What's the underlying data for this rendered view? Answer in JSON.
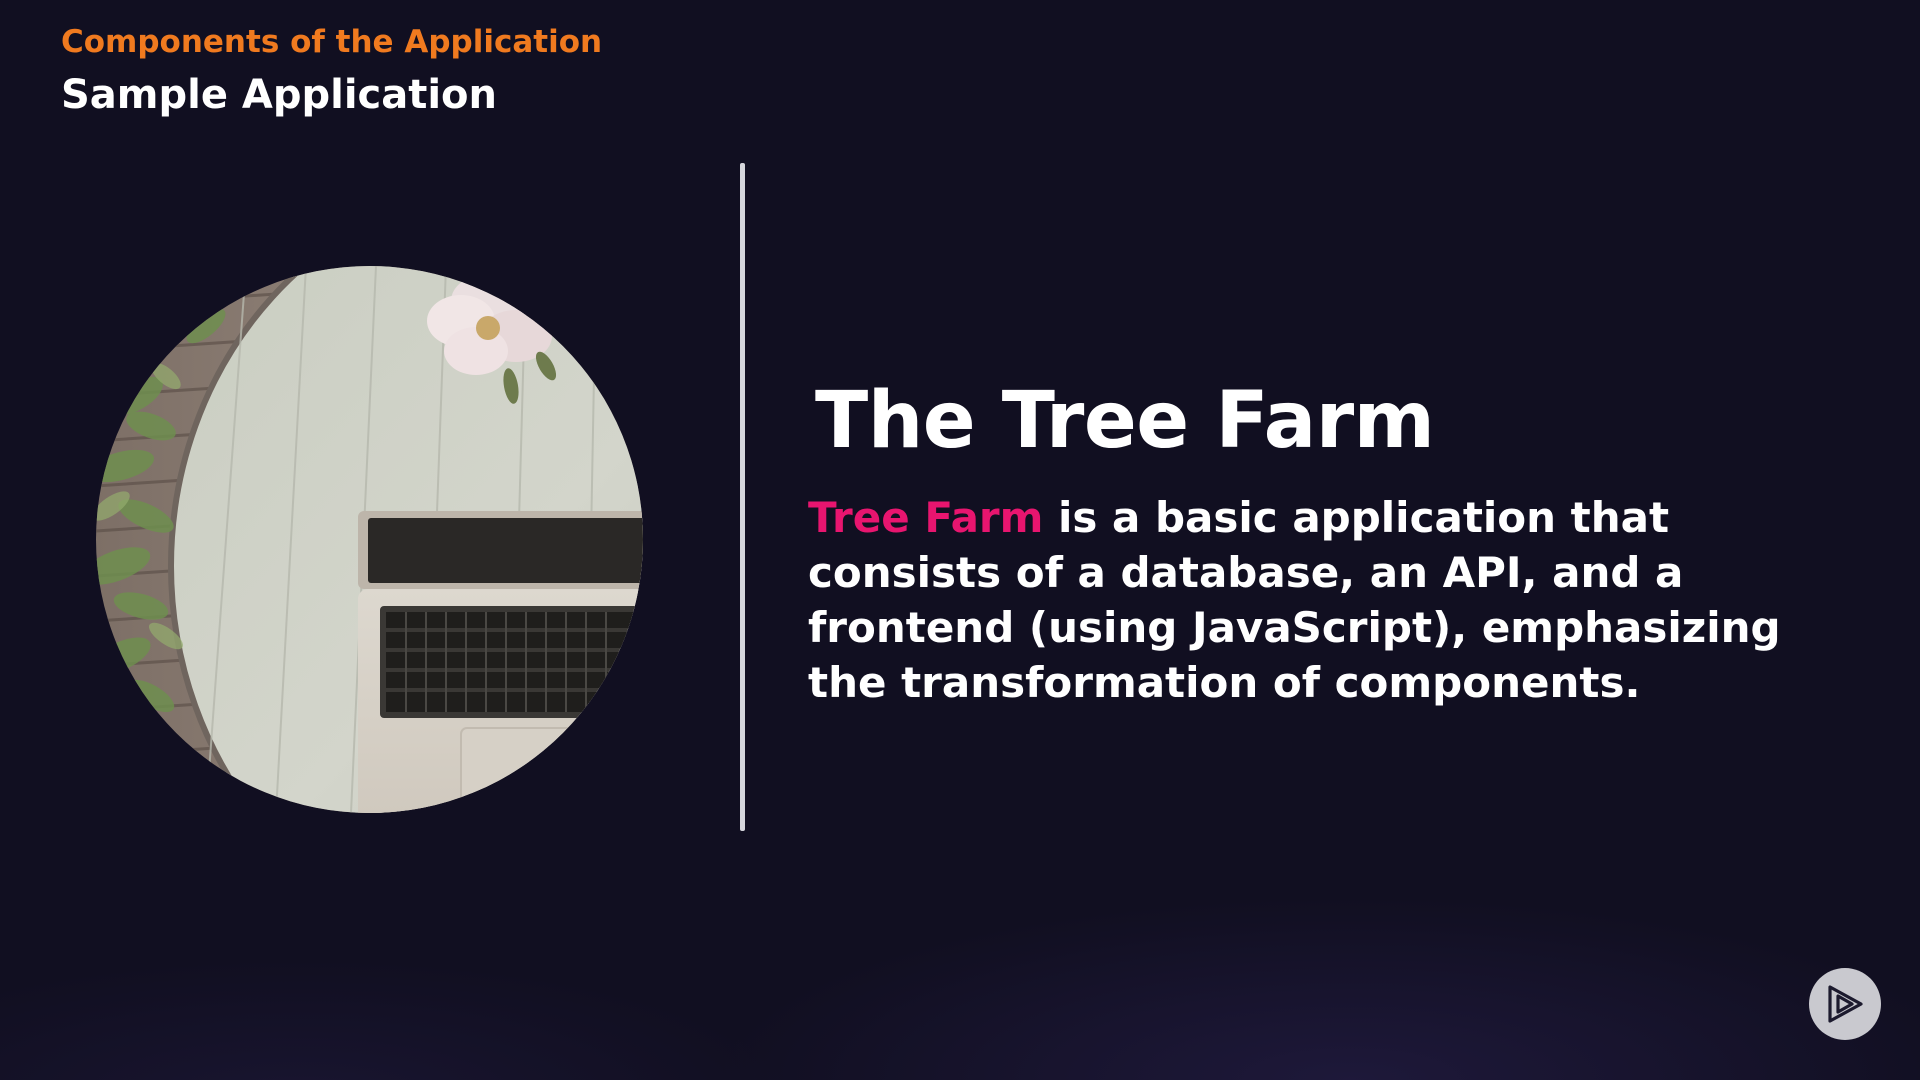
{
  "header": {
    "section_label": "Components of the Application",
    "title": "Sample Application"
  },
  "content": {
    "heading": "The Tree Farm",
    "body_highlight": "Tree Farm",
    "body_rest": " is a basic application that consists of a database, an API, and a frontend (using JavaScript), emphasizing the transformation of components."
  },
  "colors": {
    "background": "#110f21",
    "section_label": "#f07a1f",
    "highlight": "#e8156f",
    "text": "#ffffff",
    "divider": "#d6d6dc"
  },
  "icons": {
    "play_button": "play-logo-icon",
    "photo": "laptop-desk-photo"
  }
}
